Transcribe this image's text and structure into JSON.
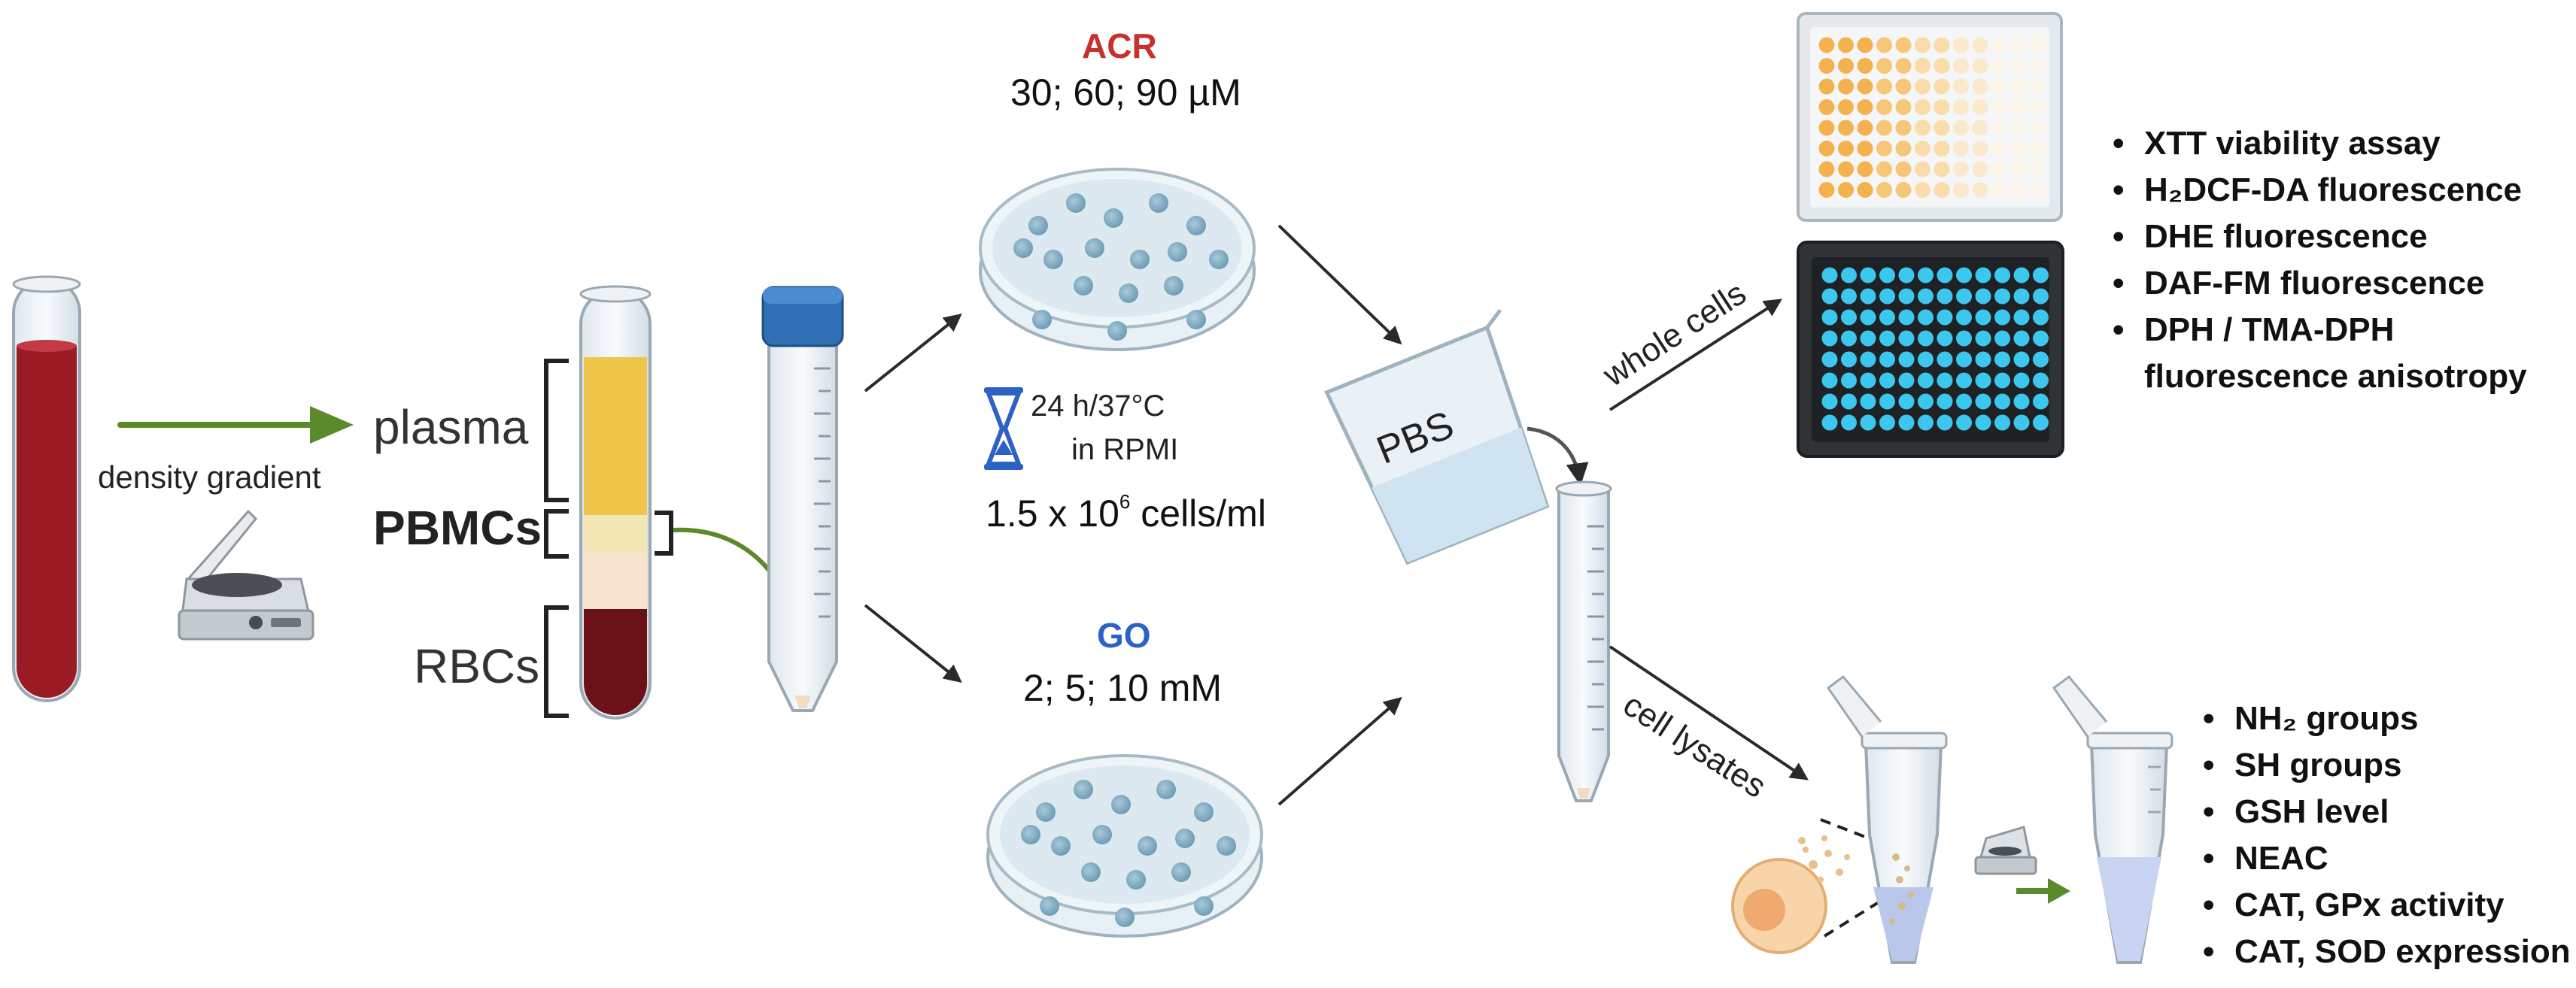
{
  "labels": {
    "density_gradient": "density gradient",
    "plasma": "plasma",
    "pbmcs": "PBMCs",
    "rbcs": "RBCs",
    "acr_title": "ACR",
    "acr_conc": "30; 60; 90 µM",
    "incubation_time": "24 h/37°C",
    "incubation_medium": "in RPMI",
    "cell_density_prefix": "1.5 x 10",
    "cell_density_exp": "6",
    "cell_density_suffix": " cells/ml",
    "go_title": "GO",
    "go_conc": "2; 5; 10 mM",
    "pbs": "PBS",
    "whole_cells": "whole cells",
    "cell_lysates": "cell lysates"
  },
  "whole_cell_assays": [
    "XTT viability assay",
    "H₂DCF-DA fluorescence",
    "DHE fluorescence",
    "DAF-FM fluorescence",
    "DPH / TMA-DPH",
    "fluorescence anisotropy"
  ],
  "lysate_assays": [
    "NH₂ groups",
    "SH groups",
    "GSH level",
    "NEAC",
    "CAT, GPx activity",
    "CAT, SOD expression"
  ],
  "colors": {
    "blood": "#9b1b25",
    "plasma": "#f0c64a",
    "pbmc_layer": "#f3e7b5",
    "rbc_layer": "#6b1218",
    "green_arrow": "#5a8a2a",
    "tube_cap": "#2f6fb3",
    "dish_cells": "#8bb4c9",
    "acr_red": "#c9302c",
    "go_blue": "#2b62c4",
    "plate_orange": "#f3b24e",
    "plate_cyan": "#3cc7ef"
  }
}
